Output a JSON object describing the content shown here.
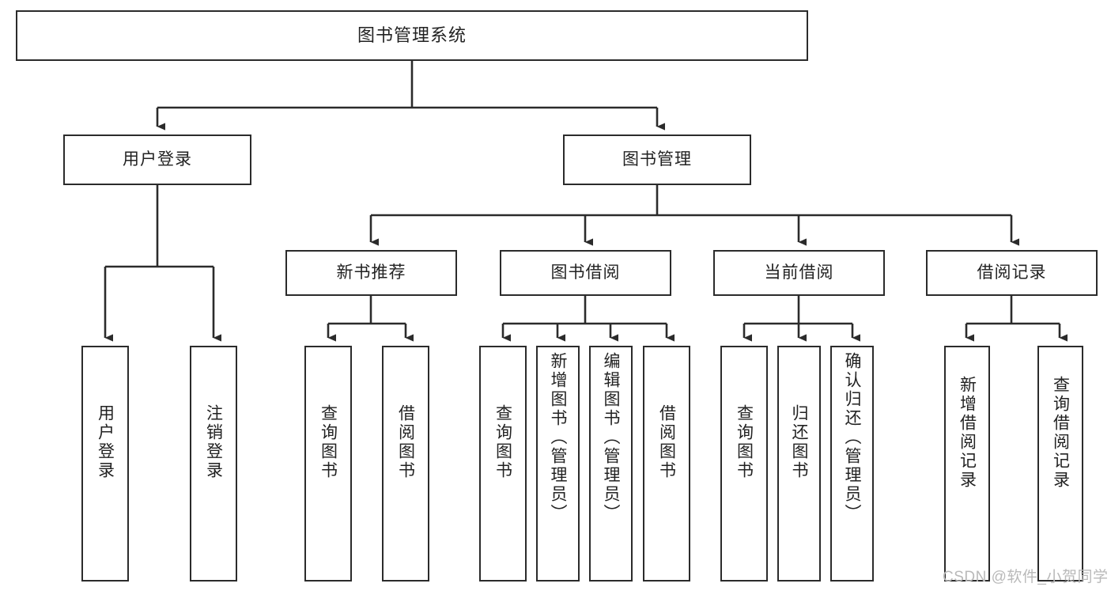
{
  "diagram": {
    "type": "tree",
    "title": "图书管理系统",
    "orientation": "top-down",
    "colors": {
      "node_border": "#2b2b2b",
      "node_fill": "#ffffff",
      "edge": "#333333",
      "text": "#222222",
      "watermark": "#b9b9b9",
      "background": "#ffffff"
    },
    "root": {
      "label": "图书管理系统"
    },
    "level2": [
      {
        "label": "用户登录"
      },
      {
        "label": "图书管理"
      }
    ],
    "level3": [
      {
        "label": "新书推荐"
      },
      {
        "label": "图书借阅"
      },
      {
        "label": "当前借阅"
      },
      {
        "label": "借阅记录"
      }
    ],
    "leaves": {
      "user_login": [
        {
          "label": "用户登录"
        },
        {
          "label": "注销登录"
        }
      ],
      "new_book_recommend": [
        {
          "label": "查询图书"
        },
        {
          "label": "借阅图书"
        }
      ],
      "book_borrow": [
        {
          "label": "查询图书"
        },
        {
          "label": "新增图书（管理员）"
        },
        {
          "label": "编辑图书（管理员）"
        },
        {
          "label": "借阅图书"
        }
      ],
      "current_borrow": [
        {
          "label": "查询图书"
        },
        {
          "label": "归还图书"
        },
        {
          "label": "确认归还（管理员）"
        }
      ],
      "borrow_record": [
        {
          "label": "新增借阅记录"
        },
        {
          "label": "查询借阅记录"
        }
      ]
    },
    "watermark": "CSDN @软件_小贺同学"
  }
}
